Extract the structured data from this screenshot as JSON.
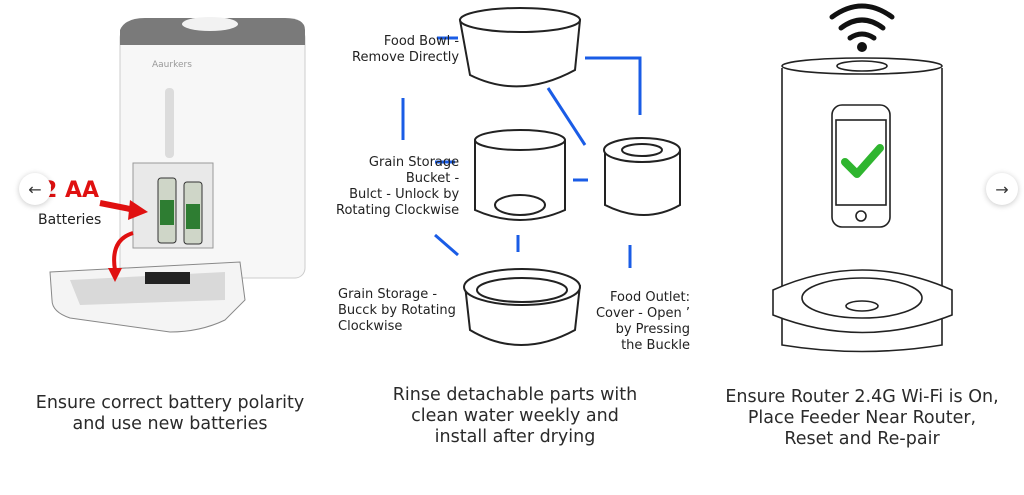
{
  "carousel": {
    "prev_icon": "←",
    "next_icon": "→"
  },
  "panels": [
    {
      "brand_text": "Aaurkers",
      "callout_count": "2 AA",
      "callout_label": "Batteries",
      "caption_lines": [
        "Ensure correct battery polarity",
        "and use new batteries"
      ]
    },
    {
      "labels": {
        "food_bowl": [
          "Food Bowl -",
          "Remove Directly"
        ],
        "grain_bucket": [
          "Grain Storage",
          "Bucket -",
          "Bulct - Unlock by",
          "Rotating Clockwise"
        ],
        "grain_storage": [
          "Grain Storage -",
          "Bucck by Rotating",
          "Clockwise"
        ],
        "food_outlet": [
          "Food Outlet:",
          "Cover - Open ’",
          "by Pressing",
          "the Buckle"
        ]
      },
      "caption_lines": [
        "Rinse detachable parts with",
        "clean water weekly and",
        "install after drying"
      ]
    },
    {
      "caption_lines": [
        "Ensure Router 2.4G Wi-Fi is On,",
        "Place Feeder Near Router,",
        "Reset and Re-pair"
      ]
    }
  ],
  "colors": {
    "arrow_blue": "#1a5ce6",
    "callout_red": "#e01010",
    "check_green": "#2fb52f",
    "lid_gray": "#7a7a7a"
  }
}
